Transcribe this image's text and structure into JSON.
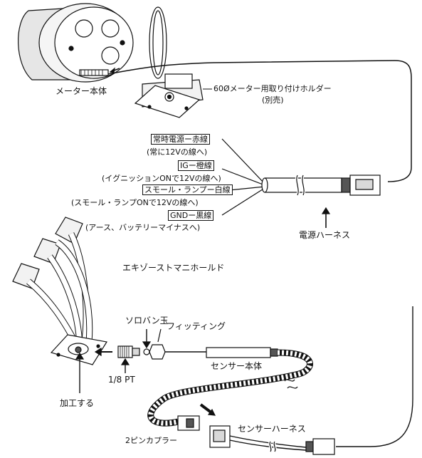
{
  "labels": {
    "meter_body": "メーター本体",
    "holder_title": "60Øメーター用取り付けホルダー",
    "holder_note": "(別売)",
    "wire_constant": "常時電源ー赤線",
    "wire_constant_note": "(常に12Vの線へ)",
    "wire_ig": "IGー橙線",
    "wire_ig_note": "(イグニッションONで12Vの線へ)",
    "wire_small": "スモール・ランプー白線",
    "wire_small_note": "(スモール・ランプONで12Vの線へ)",
    "wire_gnd": "GNDー黒線",
    "wire_gnd_note": "(アース、バッテリーマイナスへ)",
    "power_harness": "電源ハーネス",
    "exhaust_manifold": "エキゾーストマニホールド",
    "soroban_ball": "ソロバン玉",
    "fitting": "フィッティング",
    "thread": "1/8 PT",
    "sensor_body": "センサー本体",
    "machining": "加工する",
    "two_pin_coupler": "2ピンカプラー",
    "sensor_harness": "センサーハーネス"
  },
  "colors": {
    "line": "#111111",
    "fill_light": "#f2f2f2",
    "fill_mid": "#d9d9d9",
    "fill_dark": "#555555"
  }
}
